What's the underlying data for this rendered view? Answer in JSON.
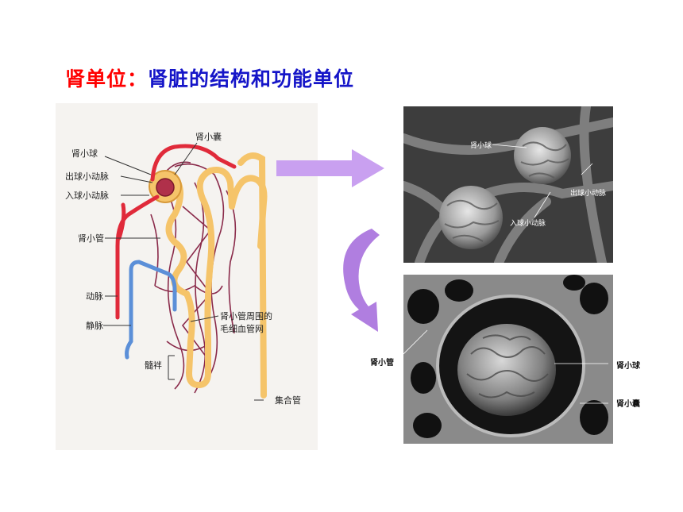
{
  "slide": {
    "title_part1": "肾单位：",
    "title_part2": "肾脏的结构和功能单位"
  },
  "diagram": {
    "labels": {
      "glomerulus": "肾小球",
      "capsule": "肾小囊",
      "efferent": "出球小动脉",
      "afferent": "入球小动脉",
      "tubule": "肾小管",
      "artery": "动脉",
      "vein": "静脉",
      "capillary_line1": "肾小管周围的",
      "capillary_line2": "毛细血管网",
      "loop": "髓袢",
      "collecting": "集合管"
    }
  },
  "sem_top": {
    "labels": {
      "glomerulus": "肾小球",
      "efferent": "出球小动脉",
      "afferent": "入球小动脉"
    }
  },
  "sem_bottom": {
    "labels": {
      "tubule": "肾小管",
      "glomerulus": "肾小球",
      "capsule": "肾小囊"
    }
  },
  "colors": {
    "title_red": "#ff0000",
    "title_blue": "#1515c8",
    "arrow": "#c9a0f0",
    "curved_arrow": "#b07ee0",
    "tubule": "#f5c46a",
    "artery": "#e02a3a",
    "vein": "#5b8fd8",
    "capillary": "#8a2a4a"
  }
}
